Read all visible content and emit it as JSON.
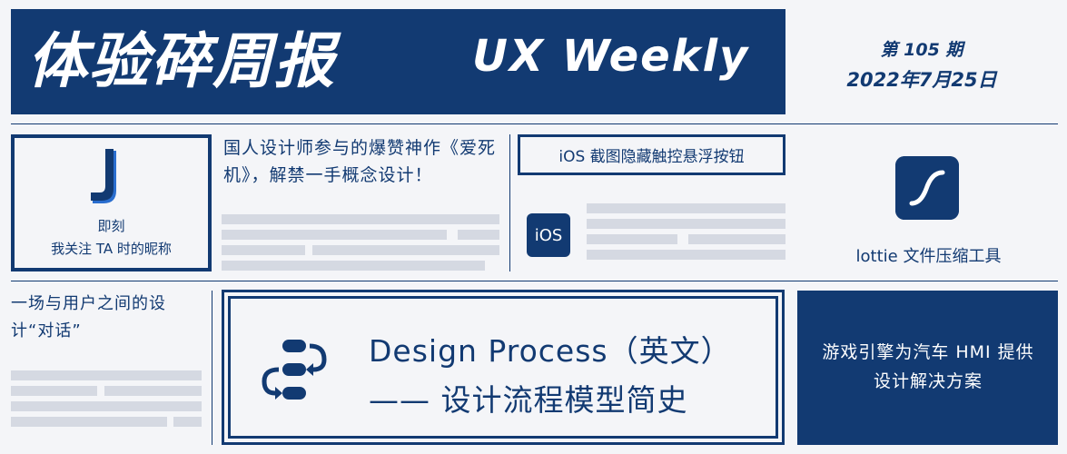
{
  "header": {
    "title": "体验碎周报",
    "subtitle": "UX Weekly",
    "issue": "第 105 期",
    "date": "2022年7月25日"
  },
  "cards": {
    "jike": {
      "icon": "jike-j-logo",
      "name": "即刻",
      "nickname": "我关注 TA 时的昵称"
    },
    "article": {
      "title": "国人设计师参与的爆赞神作《爱死机》，解禁一手概念设计！"
    },
    "ios": {
      "heading": "iOS 截图隐藏触控悬浮按钮",
      "icon_label": "iOS"
    },
    "lottie": {
      "icon": "lottie-logo",
      "label": "lottie 文件压缩工具"
    },
    "conversation": {
      "title": "一场与用户之间的设计“对话”"
    },
    "feature": {
      "icon": "process-flow-icon",
      "line1": "Design Process（英文）",
      "line2": "—— 设计流程模型简史"
    },
    "game": {
      "title": "游戏引擎为汽车 HMI 提供设计解决方案"
    }
  },
  "colors": {
    "primary": "#123a72",
    "background": "#f4f5f8",
    "placeholder": "#d5d9e2"
  }
}
